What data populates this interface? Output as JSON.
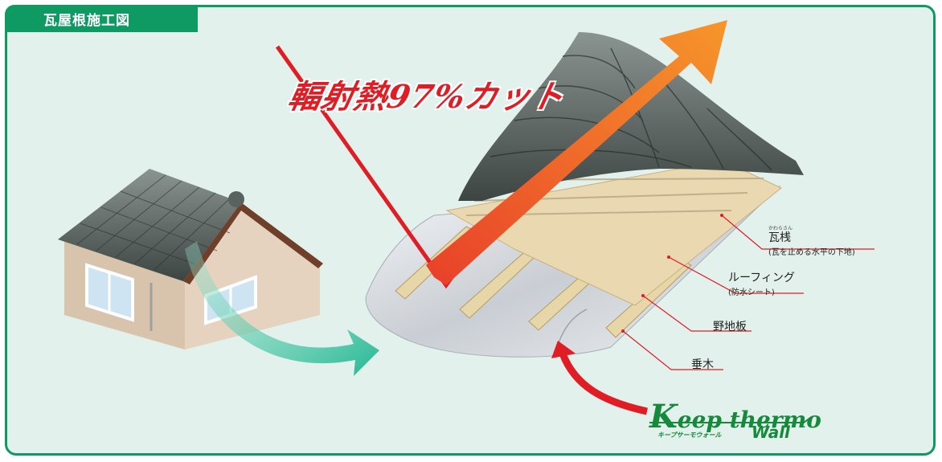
{
  "title_tab": "瓦屋根施工図",
  "headline": "輻射熱97%カット",
  "labels": {
    "kawara_sanruby": "かわらさん",
    "kawarasan": "瓦桟",
    "kawarasan_note": "(瓦を止める水平の下地)",
    "roofing": "ルーフィング",
    "roofing_note": "(防水シート)",
    "nojiita": "野地板",
    "taruki": "垂木"
  },
  "logo": {
    "k": "K",
    "name": "eep thermo",
    "kana": "キープサーモウォール",
    "wall": "Wall"
  },
  "colors": {
    "frame": "#0f9a63",
    "background": "#e2f1ec",
    "heat_red": "#e01c24",
    "arrow_orange": "#f07a22",
    "teal_arrow": "#39c4a0",
    "logo_green": "#158a3a"
  }
}
